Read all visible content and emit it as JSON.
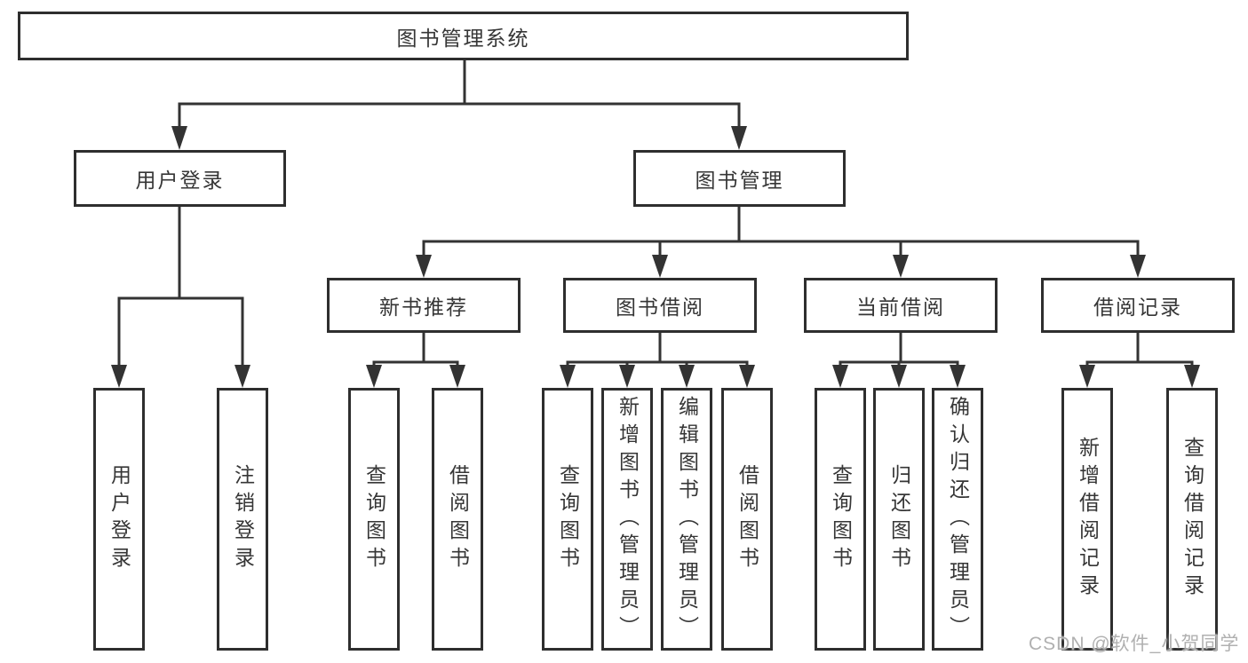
{
  "title": "图书管理系统",
  "colors": {
    "background": "#ffffff",
    "line": "#333333",
    "box_border": "#2e2e2e",
    "text": "#363636",
    "watermark": "#b0b0b0"
  },
  "tree": {
    "root": {
      "label": "图书管理系统"
    },
    "branches": [
      {
        "label": "用户登录",
        "children": [
          {
            "label": "用户登录"
          },
          {
            "label": "注销登录"
          }
        ]
      },
      {
        "label": "图书管理",
        "children": [
          {
            "label": "新书推荐",
            "children": [
              {
                "label": "查询图书"
              },
              {
                "label": "借阅图书"
              }
            ]
          },
          {
            "label": "图书借阅",
            "children": [
              {
                "label": "查询图书"
              },
              {
                "label": "新增图书（管理员）"
              },
              {
                "label": "编辑图书（管理员）"
              },
              {
                "label": "借阅图书"
              }
            ]
          },
          {
            "label": "当前借阅",
            "children": [
              {
                "label": "查询图书"
              },
              {
                "label": "归还图书"
              },
              {
                "label": "确认归还（管理员）"
              }
            ]
          },
          {
            "label": "借阅记录",
            "children": [
              {
                "label": "新增借阅记录"
              },
              {
                "label": "查询借阅记录"
              }
            ]
          }
        ]
      }
    ]
  },
  "watermark": {
    "text": "CSDN @软件_小贺同学"
  }
}
